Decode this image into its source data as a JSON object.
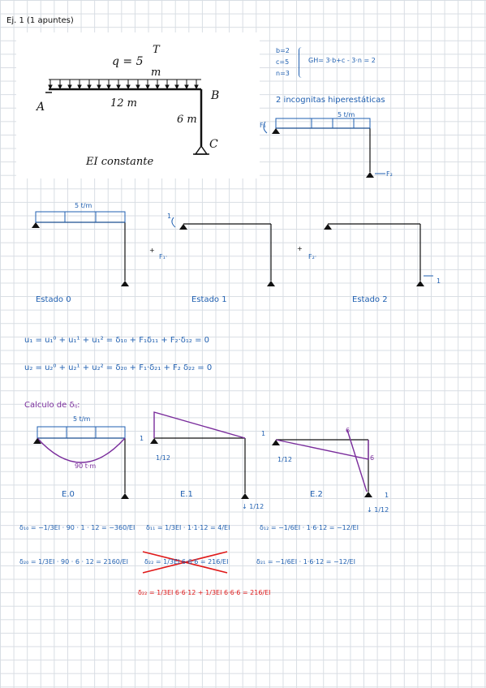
{
  "header": {
    "title": "Ej. 1 (1 apuntes)"
  },
  "problem": {
    "load": "q = 5 T/m",
    "load_q": "q = 5",
    "load_num": "T",
    "load_den": "m",
    "span": "12 m",
    "height": "6 m",
    "node_a": "A",
    "node_b": "B",
    "node_c": "C",
    "note": "EI constante"
  },
  "hyper": {
    "b": "b=2",
    "c": "c=5",
    "n": "n=3",
    "formula": "GH= 3·b+c - 3·n = 2",
    "unknowns": "2 incognitas hiperestáticas",
    "load": "5 t/m",
    "f1": "F₁",
    "f2": "F₂"
  },
  "states": {
    "load": "5 t/m",
    "plus1": "+",
    "plus2": "+",
    "f1": "F₁·",
    "f2": "F₂·",
    "one": "1",
    "one_b": "1",
    "state0": "Estado 0",
    "state1": "Estado 1",
    "state2": "Estado 2"
  },
  "equations": {
    "eq1": "u₁ = u₁⁰ + u₁¹ + u₁² = δ₁₀ + F₁δ₁₁ + F₂·δ₁₂ = 0",
    "eq2": "u₂ = u₂⁰ + u₂¹ + u₂² = δ₂₀ + F₁·δ₂₁ + F₂ δ₂₂ = 0"
  },
  "calc": {
    "title": "Calculo de δᵢⱼ:",
    "load": "5 t/m",
    "moment": "90 t·m",
    "e0": "E.0",
    "e1": "E.1",
    "e2": "E.2",
    "one_a": "1",
    "r_1_12": "1/12",
    "r_1_12b": "↓ 1/12",
    "one_b": "1",
    "r_1_12c": "1/12",
    "six_a": "6",
    "six_b": "6",
    "one_c": "1",
    "r_1_12d": "↓ 1/12"
  },
  "results": {
    "d10": "δ₁₀ = −1/3EI · 90 · 1 · 12 = −360/EI",
    "d11": "δ₁₁ = 1/3EI · 1·1·12 = 4/EI",
    "d12": "δ₁₂ = −1/6EI · 1·6·12 = −12/EI",
    "d20": "δ₂₀ = 1/3EI · 90 · 6 · 12 = 2160/EI",
    "d22_wrong": "δ₂₂ = 1/3EI 6·6·6 = 216/EI",
    "d21": "δ₂₁ = −1/6EI · 1·6·12 = −12/EI",
    "d22": "δ₂₂ = 1/3EI 6·6·12 + 1/3EI 6·6·6 = 216/EI"
  },
  "colors": {
    "blue": "#1f5fb0",
    "purple": "#7a2d9c",
    "red": "#e01818",
    "ink": "#111111"
  }
}
